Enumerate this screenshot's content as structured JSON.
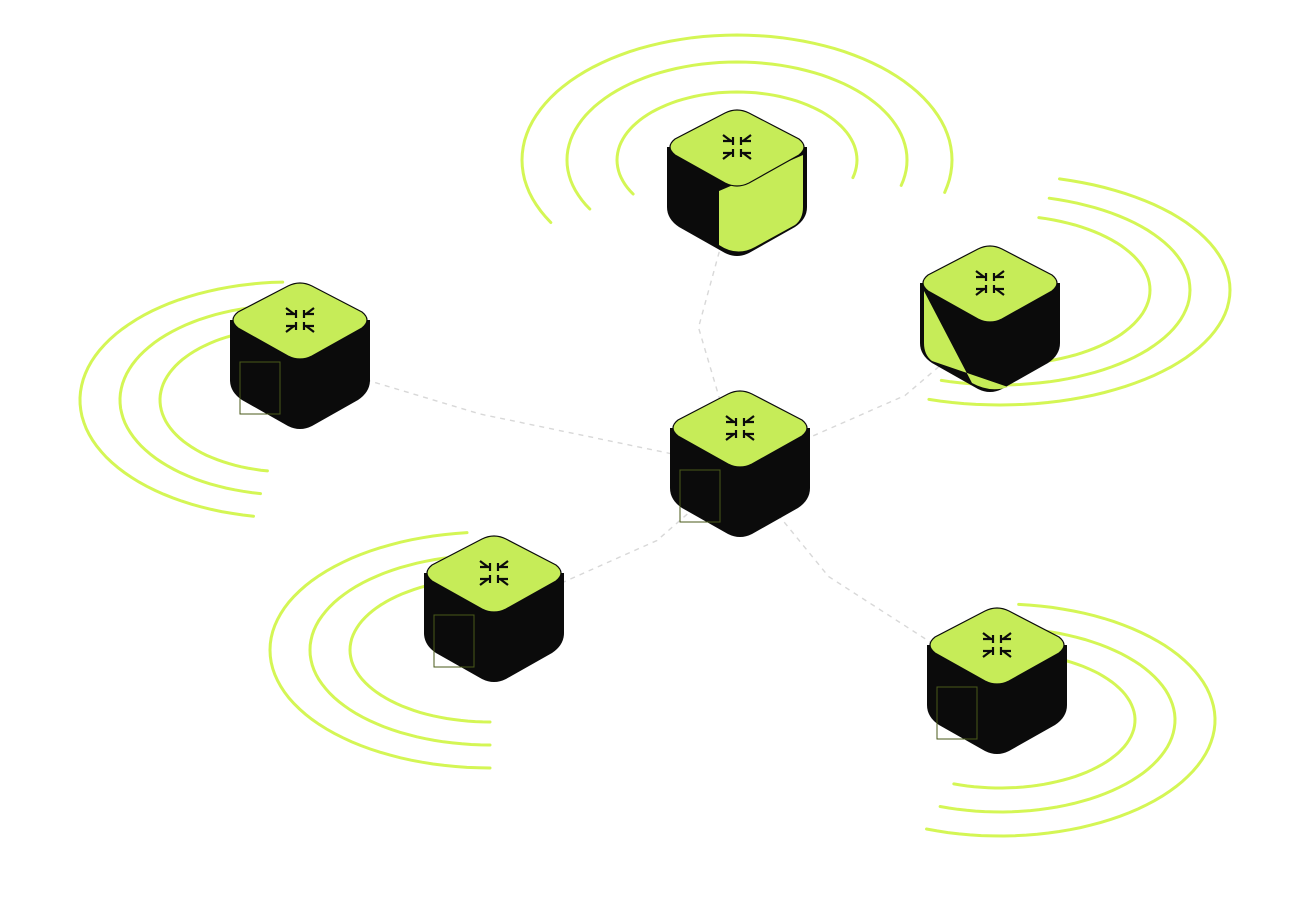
{
  "colors": {
    "accent": "#d4f655",
    "cube_top": "#c6ec58",
    "dark": "#0b0b0b",
    "link": "#d8d8d8",
    "background": "#ffffff"
  },
  "logo_icon": "arrows-converging-icon",
  "hub": {
    "name": "center-node",
    "has_waves": false
  },
  "nodes": [
    {
      "name": "top-node",
      "waves": 3,
      "light_side": "right"
    },
    {
      "name": "right-node",
      "waves": 3,
      "light_side": "left"
    },
    {
      "name": "left-node",
      "waves": 3,
      "light_side": "none"
    },
    {
      "name": "bottom-left-node",
      "waves": 3,
      "light_side": "none"
    },
    {
      "name": "bottom-right-node",
      "waves": 3,
      "light_side": "none"
    }
  ],
  "links": [
    {
      "from": "hub",
      "to": "top-node"
    },
    {
      "from": "hub",
      "to": "right-node"
    },
    {
      "from": "hub",
      "to": "left-node"
    },
    {
      "from": "hub",
      "to": "bottom-left-node"
    },
    {
      "from": "hub",
      "to": "bottom-right-node"
    }
  ]
}
